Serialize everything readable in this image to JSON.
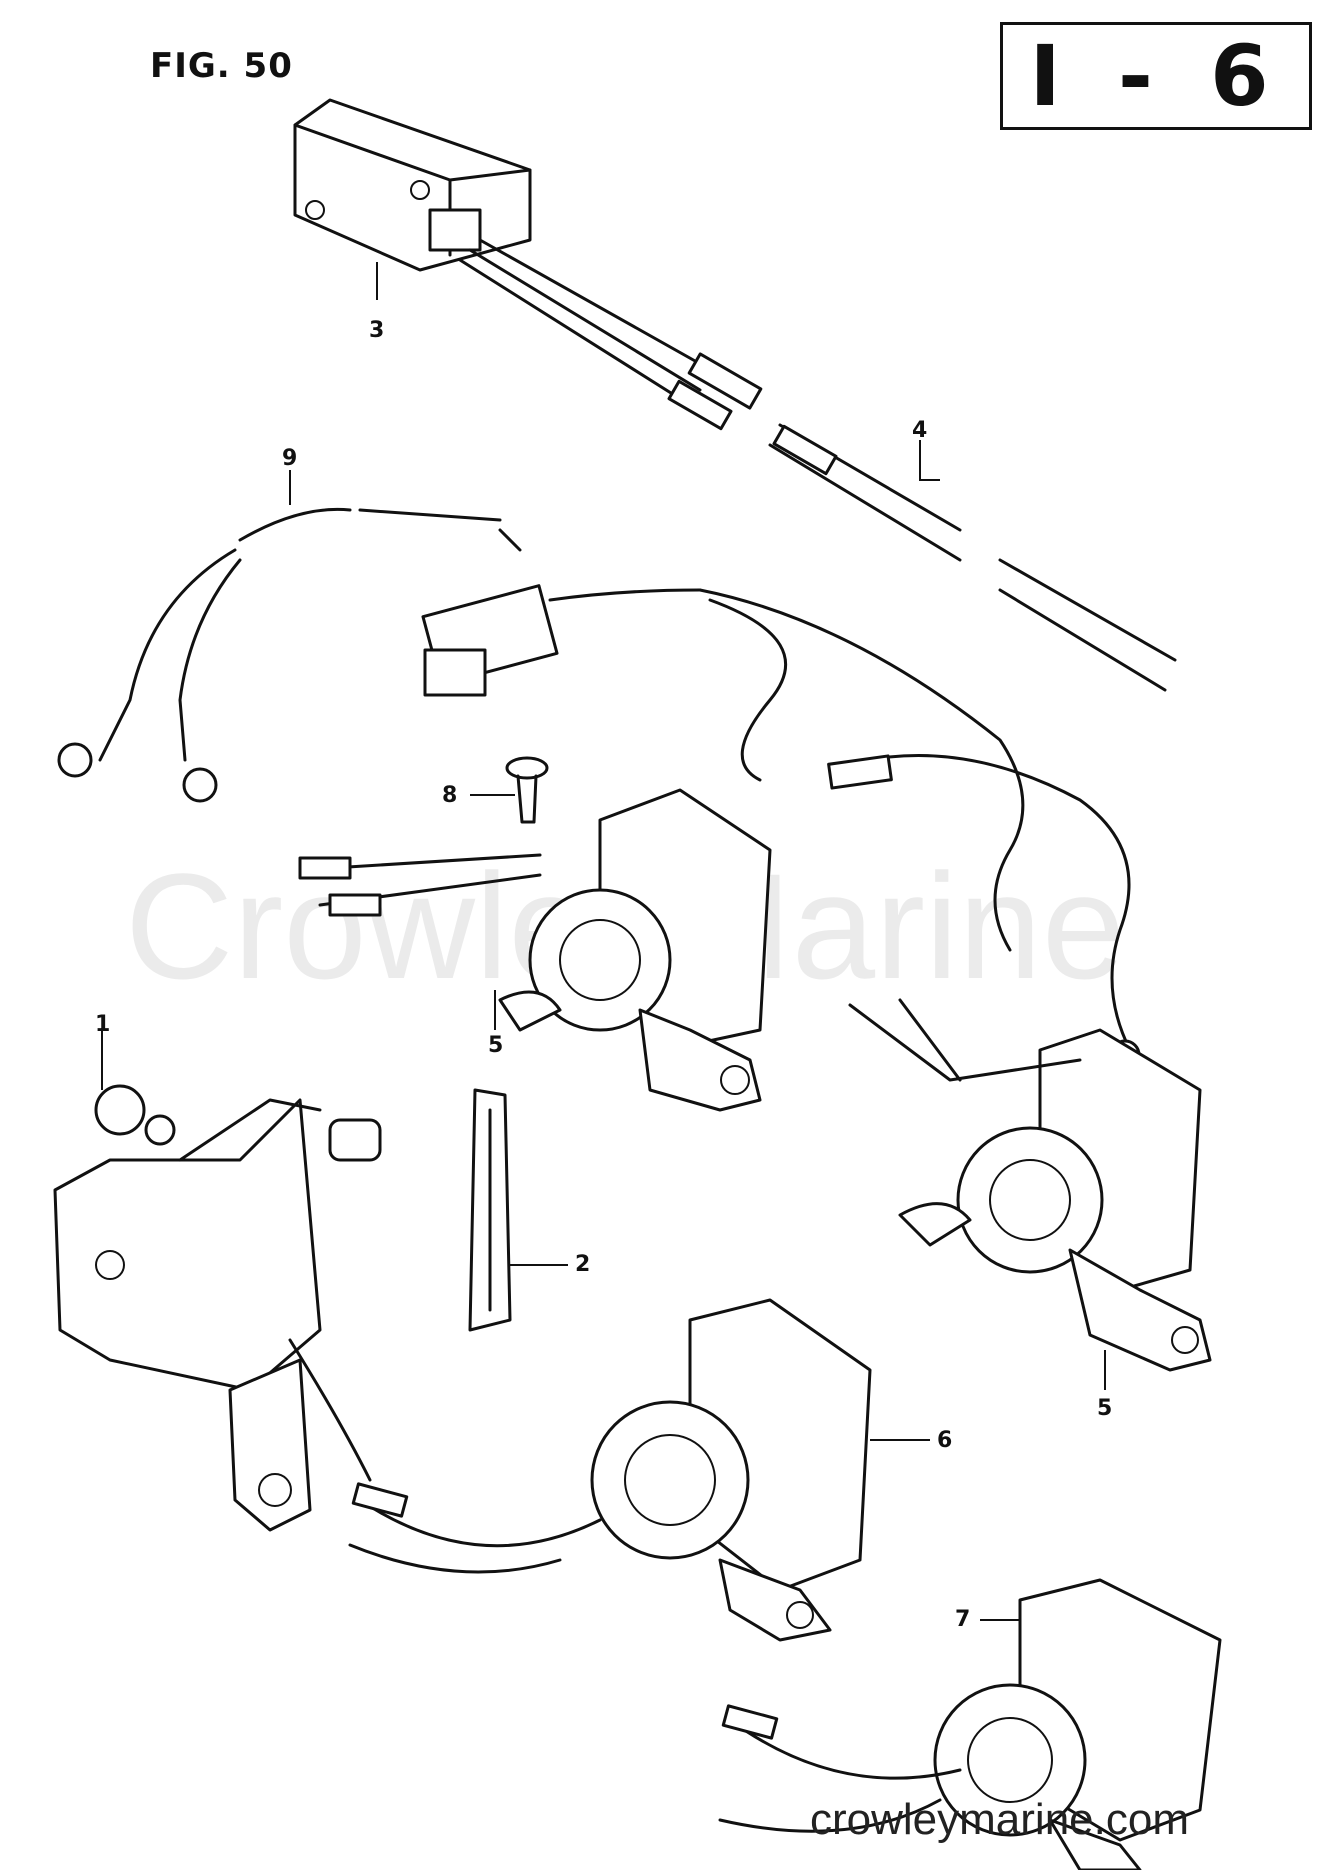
{
  "figure_label": "FIG. 50",
  "section_code": "I - 6",
  "watermark": "CrowleyMarine",
  "website": "crowleymarine.com",
  "callouts": [
    {
      "id": "c1",
      "label": "1"
    },
    {
      "id": "c2",
      "label": "2"
    },
    {
      "id": "c3",
      "label": "3"
    },
    {
      "id": "c4",
      "label": "4"
    },
    {
      "id": "c5a",
      "label": "5"
    },
    {
      "id": "c5b",
      "label": "5"
    },
    {
      "id": "c6",
      "label": "6"
    },
    {
      "id": "c7",
      "label": "7"
    },
    {
      "id": "c8",
      "label": "8"
    },
    {
      "id": "c9",
      "label": "9"
    }
  ]
}
